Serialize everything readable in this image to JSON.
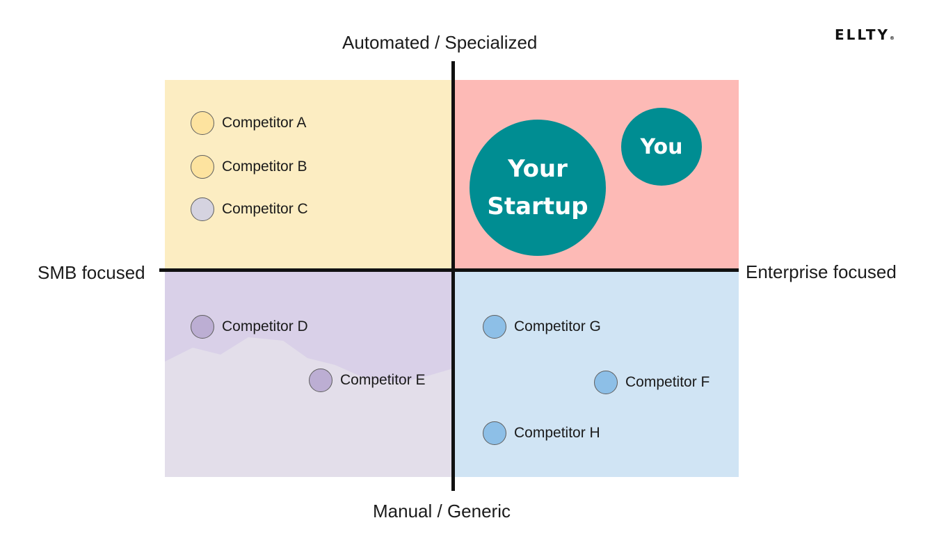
{
  "brand": {
    "logo": "ELLTY",
    "mark": "®"
  },
  "axes": {
    "top": "Automated / Specialized",
    "bottom": "Manual / Generic",
    "left": "SMB focused",
    "right": "Enterprise focused"
  },
  "quadrant_colors": {
    "top_left": "#fcedc2",
    "top_right": "#fdbab6",
    "bottom_left": "#d9d0e8",
    "bottom_right": "#d0e4f4"
  },
  "competitors": [
    {
      "label": "Competitor A",
      "color": "#fde39f"
    },
    {
      "label": "Competitor B",
      "color": "#fde39f"
    },
    {
      "label": "Competitor C",
      "color": "#d5d3e0"
    },
    {
      "label": "Competitor D",
      "color": "#bcaed3"
    },
    {
      "label": "Competitor E",
      "color": "#bcaed3"
    },
    {
      "label": "Competitor G",
      "color": "#8dbfe7"
    },
    {
      "label": "Competitor F",
      "color": "#8dbfe7"
    },
    {
      "label": "Competitor H",
      "color": "#8dbfe7"
    }
  ],
  "highlights": {
    "startup_line1": "Your",
    "startup_line2": "Startup",
    "you": "You",
    "color": "#008d92"
  }
}
